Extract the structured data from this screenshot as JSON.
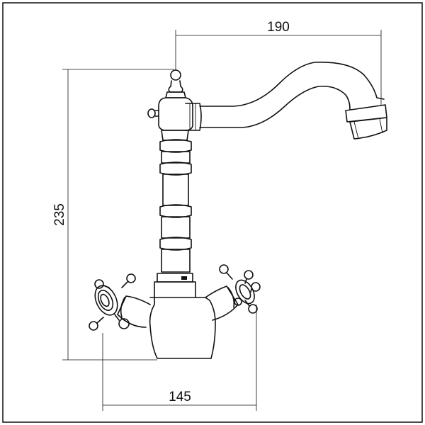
{
  "drawing": {
    "dimensions": {
      "spout_reach": "190",
      "height": "235",
      "base_width": "145"
    }
  }
}
